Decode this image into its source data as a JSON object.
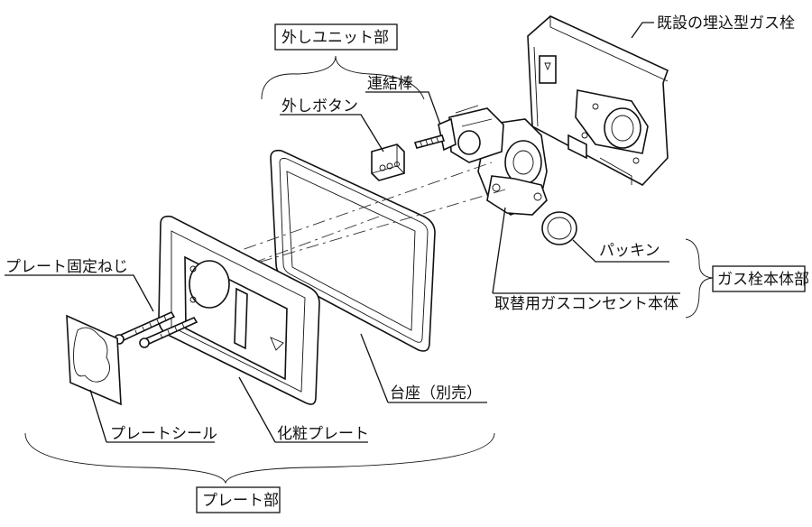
{
  "labels": {
    "existing_valve": "既設の埋込型ガス栓",
    "release_unit": "外しユニット部",
    "connecting_rod": "連結棒",
    "release_button": "外しボタン",
    "packing": "パッキン",
    "valve_body": "ガス栓本体部",
    "replacement_outlet": "取替用ガスコンセント本体",
    "plate_screw": "プレート固定ねじ",
    "base": "台座（別売）",
    "plate_seal": "プレートシール",
    "decorative_plate": "化粧プレート",
    "plate_section": "プレート部"
  }
}
